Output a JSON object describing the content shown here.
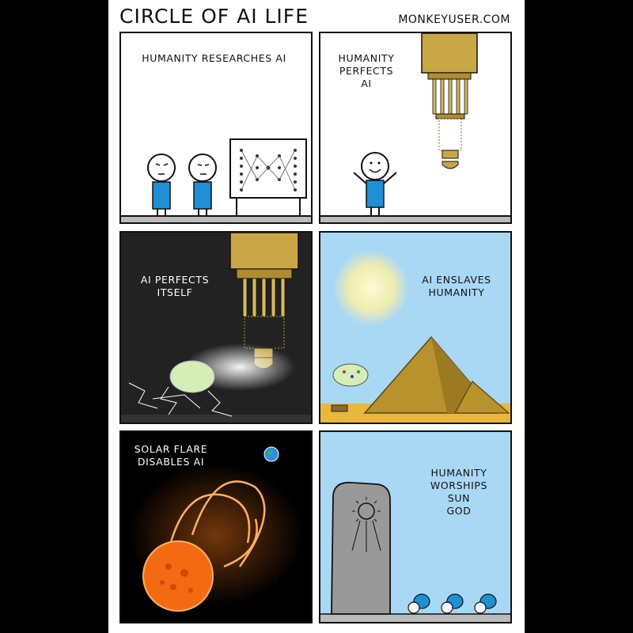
{
  "comic": {
    "title": "CIRCLE OF AI LIFE",
    "site": "MONKEYUSER.COM"
  },
  "panels": [
    {
      "caption": "HUMANITY   RESEARCHES  AI"
    },
    {
      "caption": "HUMANITY\nPERFECTS\nAI"
    },
    {
      "caption": "AI PERFECTS\nITSELF"
    },
    {
      "caption": "AI  ENSLAVES\nHUMANITY"
    },
    {
      "caption": "SOLAR  FLARE\nDISABLES  AI"
    },
    {
      "caption": "HUMANITY\nWORSHIPS\nSUN\nGOD"
    }
  ],
  "colors": {
    "shirt": "#1f8fd6",
    "gold": "#c9a646",
    "sky": "#a9d8f5",
    "sand": "#e8b83a",
    "pyramid": "#b8922c",
    "sun": "#f46a12"
  }
}
